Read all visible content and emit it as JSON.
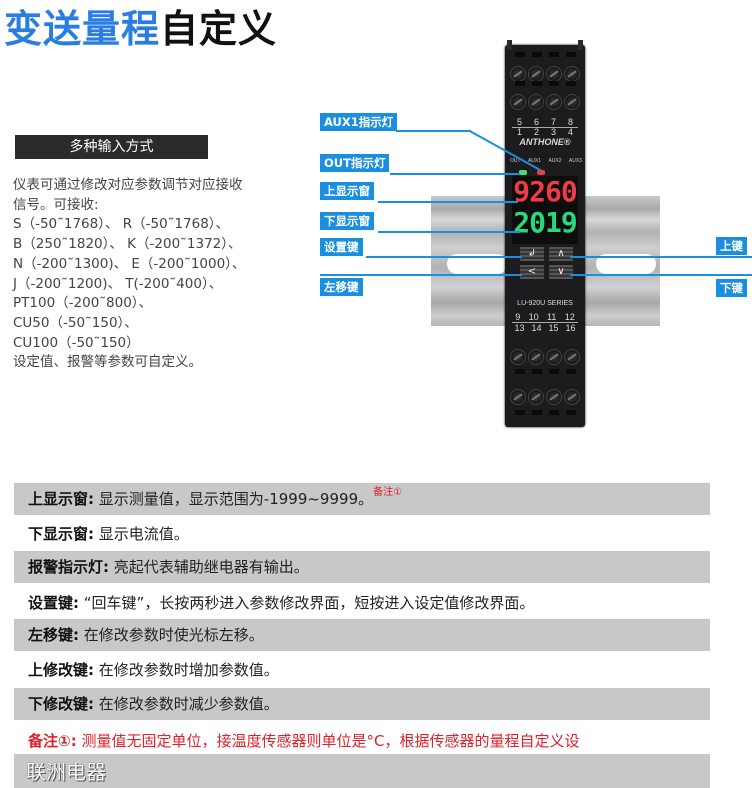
{
  "title": {
    "part1": "变送量程",
    "part2": "自定义"
  },
  "input_methods": {
    "header": "多种输入方式",
    "lines": [
      "仪表可通过修改对应参数调节对应接收",
      "信号。可接收:",
      "S（-50˜1768）、 R（-50˜1768）、",
      "B（250˜1820）、 K（-200˜1372）、",
      "N（-200˜1300)、 E（-200˜1000）、",
      "J（-200˜1200)、 T(-200˜400）、",
      "PT100（-200˜800）、",
      "CU50（-50˜150）、",
      "CU100（-50˜150）",
      "设定值、报警等参数可自定义。"
    ]
  },
  "device": {
    "top_terminals_upper": [
      "5",
      "6",
      "7",
      "8"
    ],
    "top_terminals_lower": [
      "1",
      "2",
      "3",
      "4"
    ],
    "brand": "ANTHONE®",
    "led_labels": [
      "OUT",
      "AUX1",
      "AUX2",
      "AUX3"
    ],
    "upper_display": "9260",
    "lower_display": "2019",
    "keys": {
      "set": "↲",
      "up": "∧",
      "left": "<",
      "down": "∨"
    },
    "series": "LU-920U SERIES",
    "bottom_terminals_upper": [
      "9",
      "10",
      "11",
      "12"
    ],
    "bottom_terminals_lower": [
      "13",
      "14",
      "15",
      "16"
    ],
    "colors": {
      "upper_display": "#f03a46",
      "lower_display": "#27d97a",
      "callout": "#1a8fe0"
    }
  },
  "callouts": {
    "aux1": "AUX1指示灯",
    "out": "OUT指示灯",
    "upper_display": "上显示窗",
    "lower_display": "下显示窗",
    "set_key": "设置键",
    "left_key": "左移键",
    "up_key": "上键",
    "down_key": "下键"
  },
  "descriptions": [
    {
      "label": "上显示窗:",
      "text": "显示测量值，显示范围为-1999~9999。",
      "sup": "备注①"
    },
    {
      "label": "下显示窗:",
      "text": "显示电流值。"
    },
    {
      "label": "报警指示灯:",
      "text": "亮起代表辅助继电器有输出。"
    },
    {
      "label": "设置键:",
      "text": "“回车键”，长按两秒进入参数修改界面，短按进入设定值修改界面。"
    },
    {
      "label": "左移键:",
      "text": "在修改参数时使光标左移。"
    },
    {
      "label": "上修改键:",
      "text": "在修改参数时增加参数值。"
    },
    {
      "label": "下修改键:",
      "text": "在修改参数时减少参数值。"
    }
  ],
  "note": {
    "label": "备注①:",
    "text": "测量值无固定单位，接温度传感器则单位是°C，根据传感器的量程自定义设"
  },
  "footer": {
    "watermark": "联洲电器"
  }
}
